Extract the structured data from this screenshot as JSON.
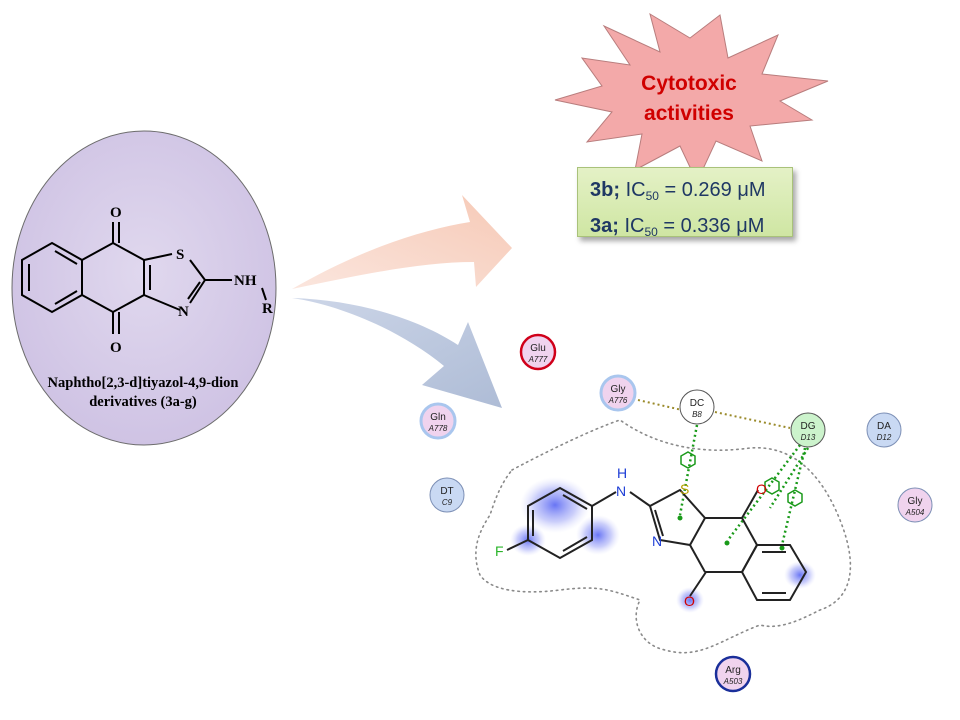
{
  "scaffold": {
    "heteroatoms": {
      "O_top": "O",
      "O_bottom": "O",
      "S": "S",
      "N": "N",
      "NH": "NH",
      "R": "R"
    },
    "title_line1": "Naphtho[2,3-d]tiyazol-4,9-dion",
    "title_line2": "derivatives (3a-g)"
  },
  "burst": {
    "line1": "Cytotoxic",
    "line2": "activities"
  },
  "activities": [
    {
      "compound": "3b;",
      "label": "IC",
      "sub": "50",
      "value": "= 0.269 μM"
    },
    {
      "compound": "3a;",
      "label": "IC",
      "sub": "50",
      "value": "= 0.336 μM"
    }
  ],
  "residues": [
    {
      "name": "Glu",
      "chain": "A777"
    },
    {
      "name": "Gly",
      "chain": "A776"
    },
    {
      "name": "DC",
      "chain": "B8"
    },
    {
      "name": "DG",
      "chain": "D13"
    },
    {
      "name": "DA",
      "chain": "D12"
    },
    {
      "name": "Gln",
      "chain": "A778"
    },
    {
      "name": "DT",
      "chain": "C9"
    },
    {
      "name": "Gly",
      "chain": "A504"
    },
    {
      "name": "Arg",
      "chain": "A503"
    }
  ],
  "ligand_atoms": {
    "H": "H",
    "N_amine": "N",
    "S": "S",
    "O_top": "O",
    "N_ring": "N",
    "O_bottom": "O",
    "F": "F"
  },
  "colors": {
    "ellipse": "#d8cfe8",
    "burst": "#f2a6a6",
    "burst_text": "#d00000",
    "ic_text": "#1f3864",
    "arrow_up": "#f8d5c8",
    "arrow_down": "#b7c4dc",
    "pi_contact": "#1a9a1a",
    "hbond": "#9a8a2a"
  }
}
